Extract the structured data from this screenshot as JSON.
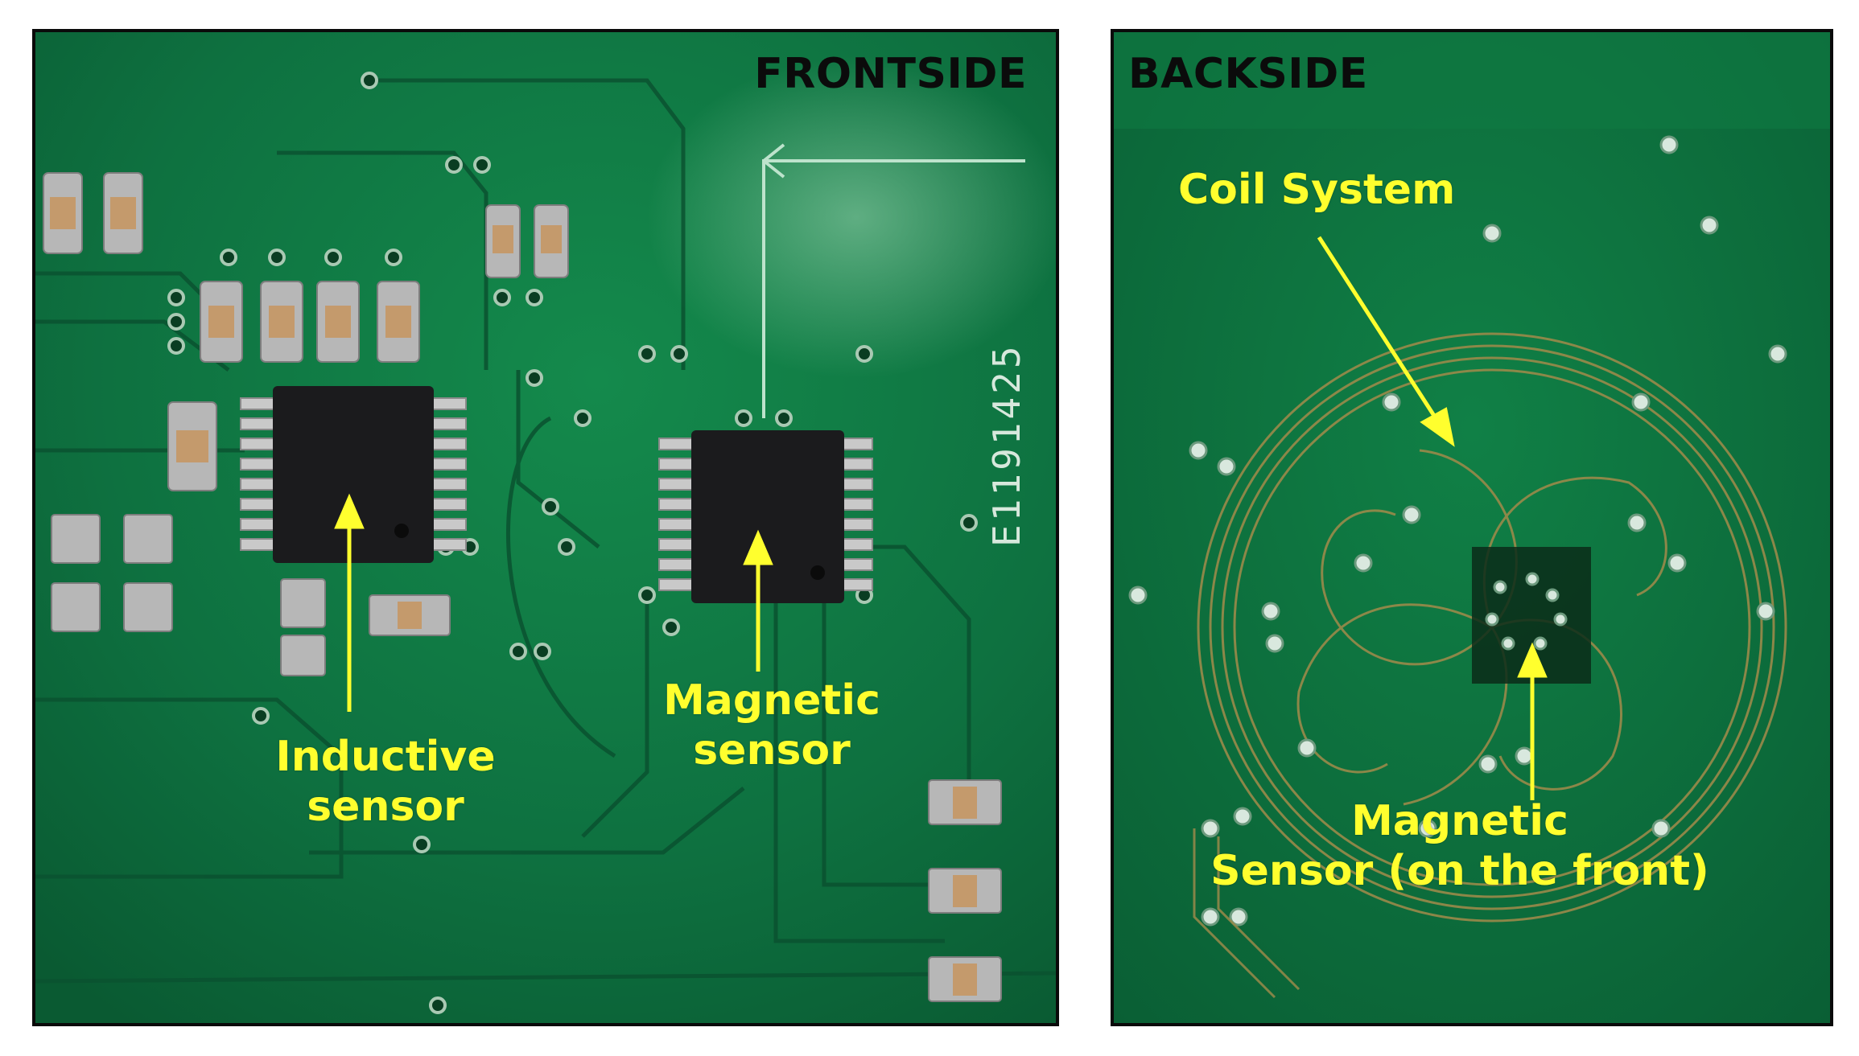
{
  "frontside": {
    "title": "FRONTSIDE",
    "inductive_label": [
      "Inductive",
      "sensor"
    ],
    "magnetic_label": [
      "Magnetic",
      "sensor"
    ],
    "board_marking": "E1191425"
  },
  "backside": {
    "title": "BACKSIDE",
    "coil_label": "Coil System",
    "magnetic_label": [
      "Magnetic",
      "Sensor (on the front)"
    ]
  },
  "colors": {
    "pcb_green": "#0d6b3a",
    "callout_yellow": "#ffff2e",
    "frame": "#0a0a0a"
  }
}
